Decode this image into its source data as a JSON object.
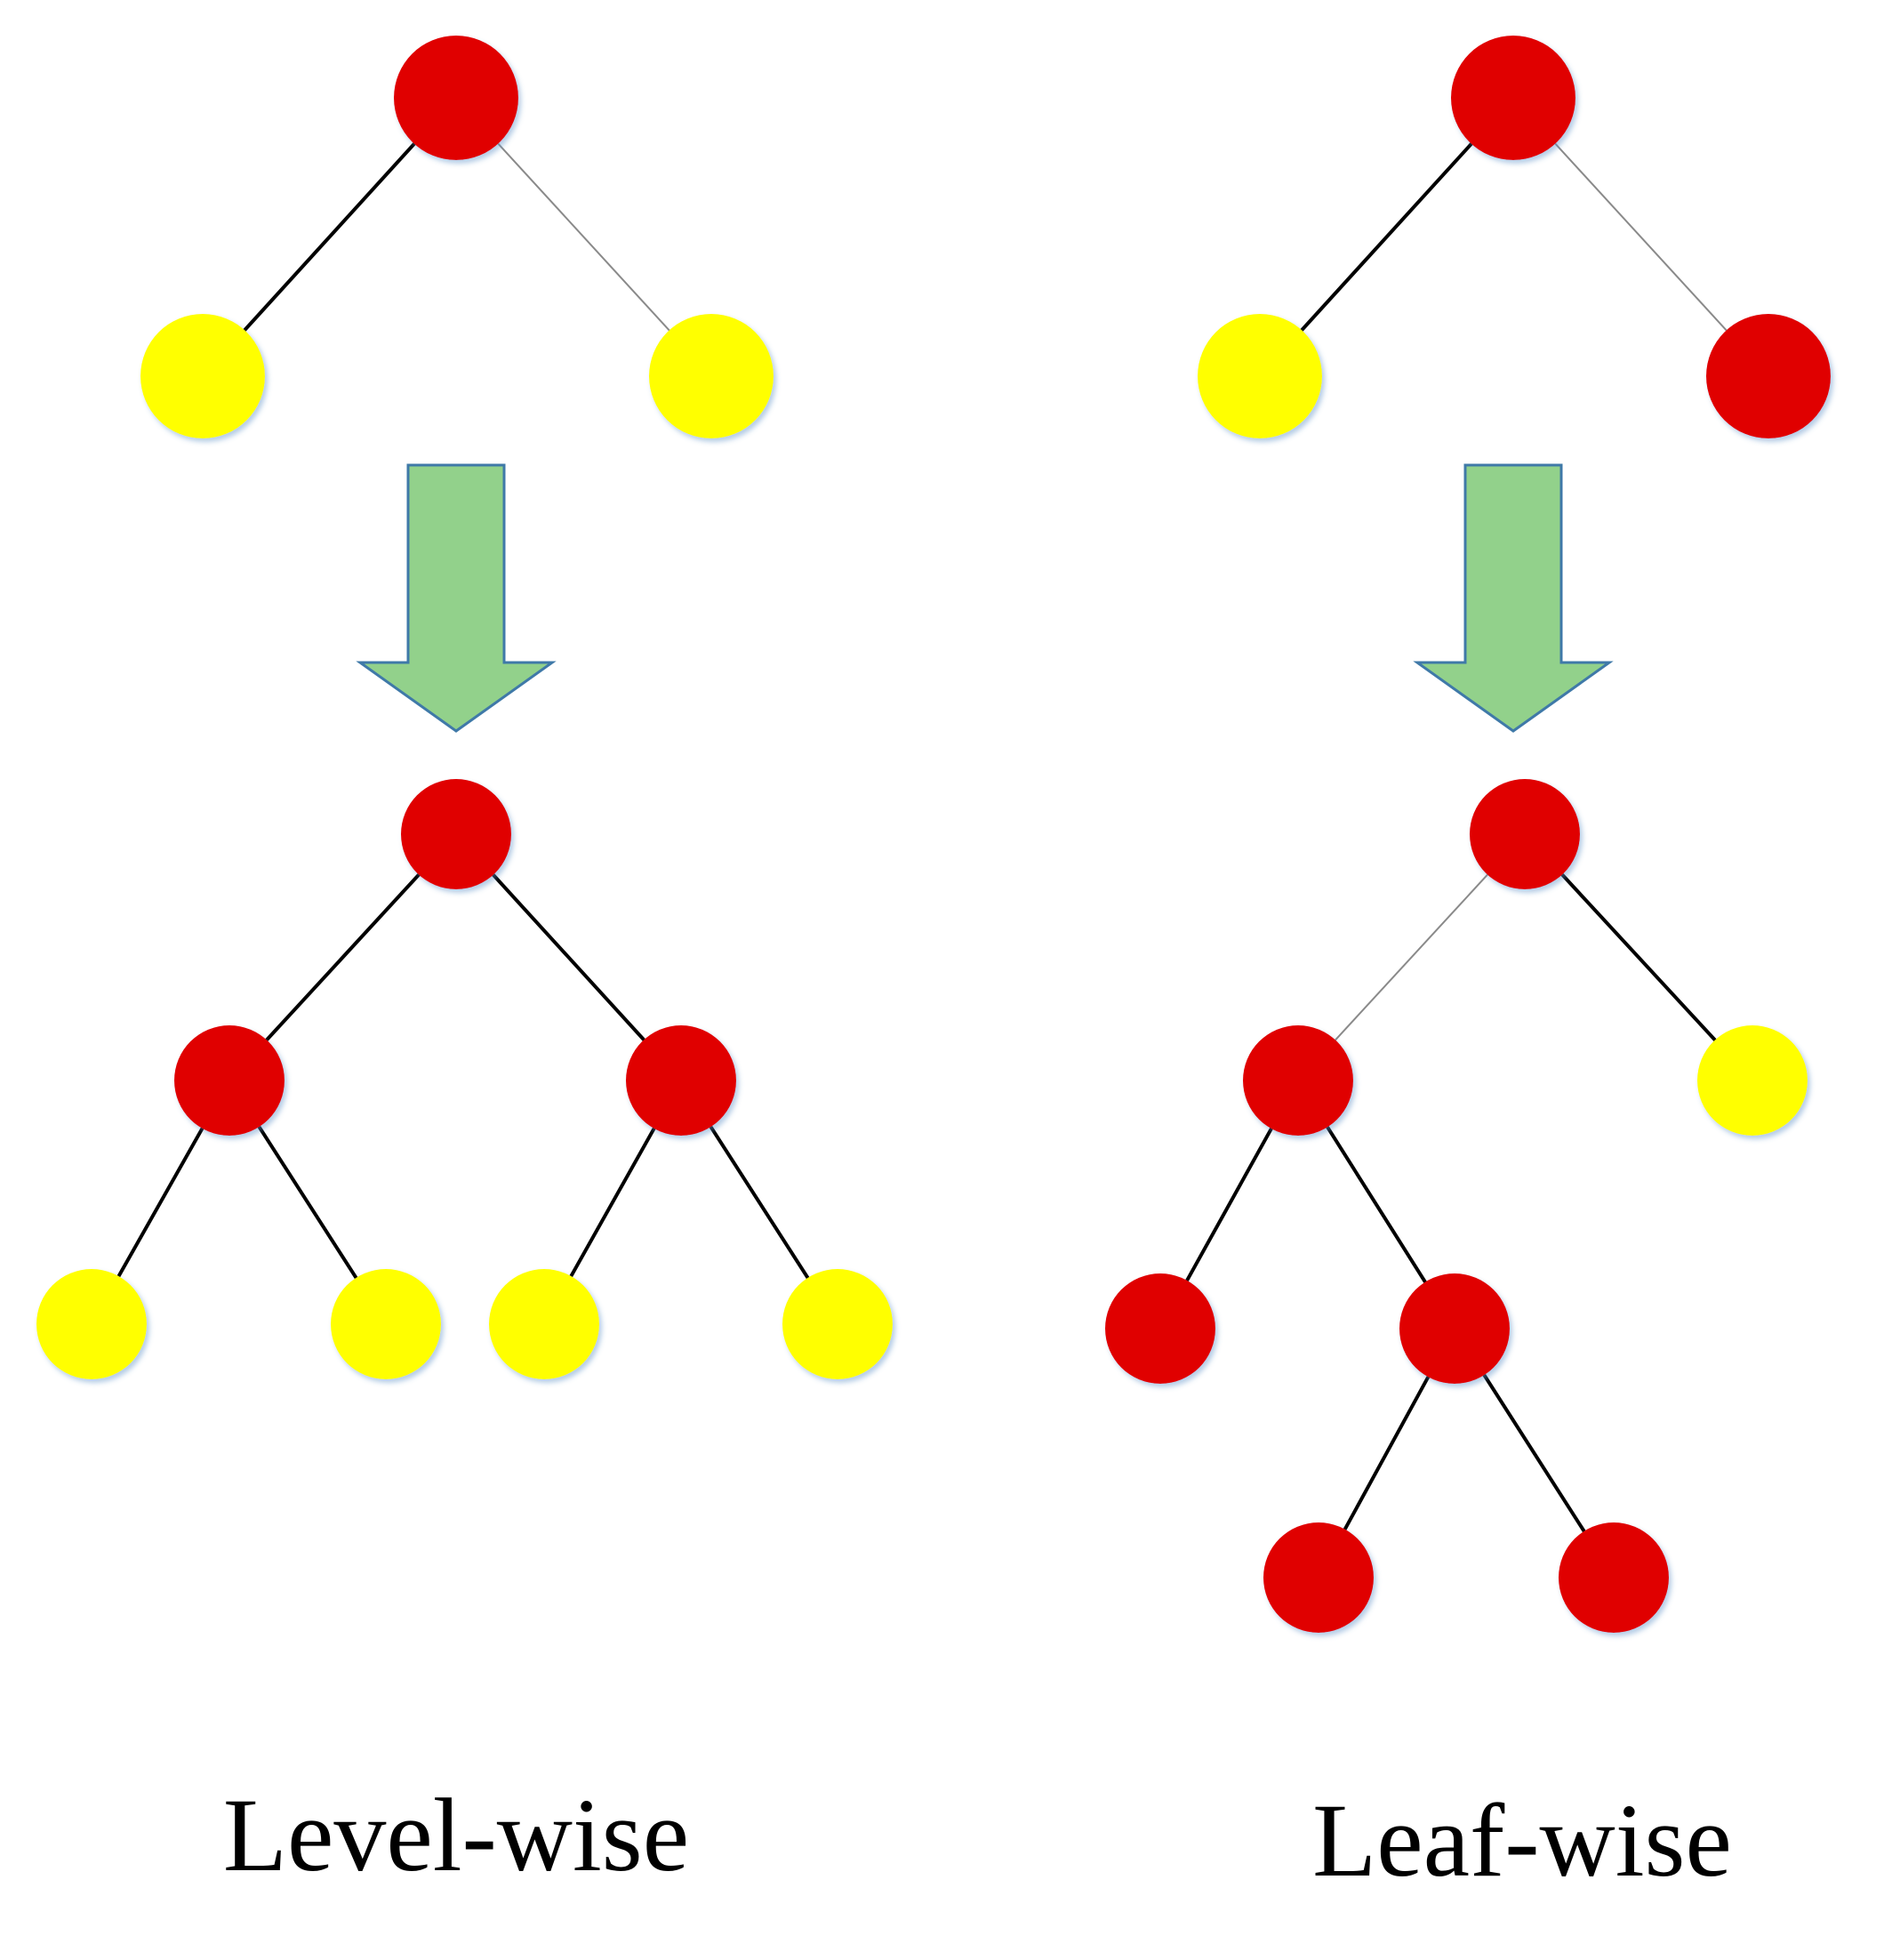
{
  "colors": {
    "split_node": "#e00000",
    "leaf_node": "#ffff00",
    "edge": "#000000",
    "arrow_fill": "#92d18b",
    "arrow_stroke": "#3f79a8",
    "background": "#ffffff"
  },
  "panels": [
    {
      "caption": "Level-wise",
      "before_tree": {
        "nodes": [
          {
            "id": "r",
            "kind": "split"
          },
          {
            "id": "l",
            "kind": "leaf"
          },
          {
            "id": "rr",
            "kind": "leaf"
          }
        ],
        "edges": [
          [
            "r",
            "l"
          ],
          [
            "r",
            "rr"
          ]
        ]
      },
      "after_tree": {
        "nodes": [
          {
            "id": "r",
            "kind": "split"
          },
          {
            "id": "a",
            "kind": "split"
          },
          {
            "id": "b",
            "kind": "split"
          },
          {
            "id": "a1",
            "kind": "leaf"
          },
          {
            "id": "a2",
            "kind": "leaf"
          },
          {
            "id": "b1",
            "kind": "leaf"
          },
          {
            "id": "b2",
            "kind": "leaf"
          }
        ],
        "edges": [
          [
            "r",
            "a"
          ],
          [
            "r",
            "b"
          ],
          [
            "a",
            "a1"
          ],
          [
            "a",
            "a2"
          ],
          [
            "b",
            "b1"
          ],
          [
            "b",
            "b2"
          ]
        ]
      }
    },
    {
      "caption": "Leaf-wise",
      "before_tree": {
        "nodes": [
          {
            "id": "r",
            "kind": "split"
          },
          {
            "id": "l",
            "kind": "leaf"
          },
          {
            "id": "rr",
            "kind": "split"
          }
        ],
        "edges": [
          [
            "r",
            "l"
          ],
          [
            "r",
            "rr"
          ]
        ]
      },
      "after_tree": {
        "nodes": [
          {
            "id": "r",
            "kind": "split"
          },
          {
            "id": "a",
            "kind": "split"
          },
          {
            "id": "b",
            "kind": "leaf"
          },
          {
            "id": "a1",
            "kind": "split"
          },
          {
            "id": "a2",
            "kind": "split"
          },
          {
            "id": "c1",
            "kind": "split"
          },
          {
            "id": "c2",
            "kind": "split"
          }
        ],
        "edges": [
          [
            "r",
            "a"
          ],
          [
            "r",
            "b"
          ],
          [
            "a",
            "a1"
          ],
          [
            "a",
            "a2"
          ],
          [
            "a2",
            "c1"
          ],
          [
            "a2",
            "c2"
          ]
        ]
      }
    }
  ]
}
